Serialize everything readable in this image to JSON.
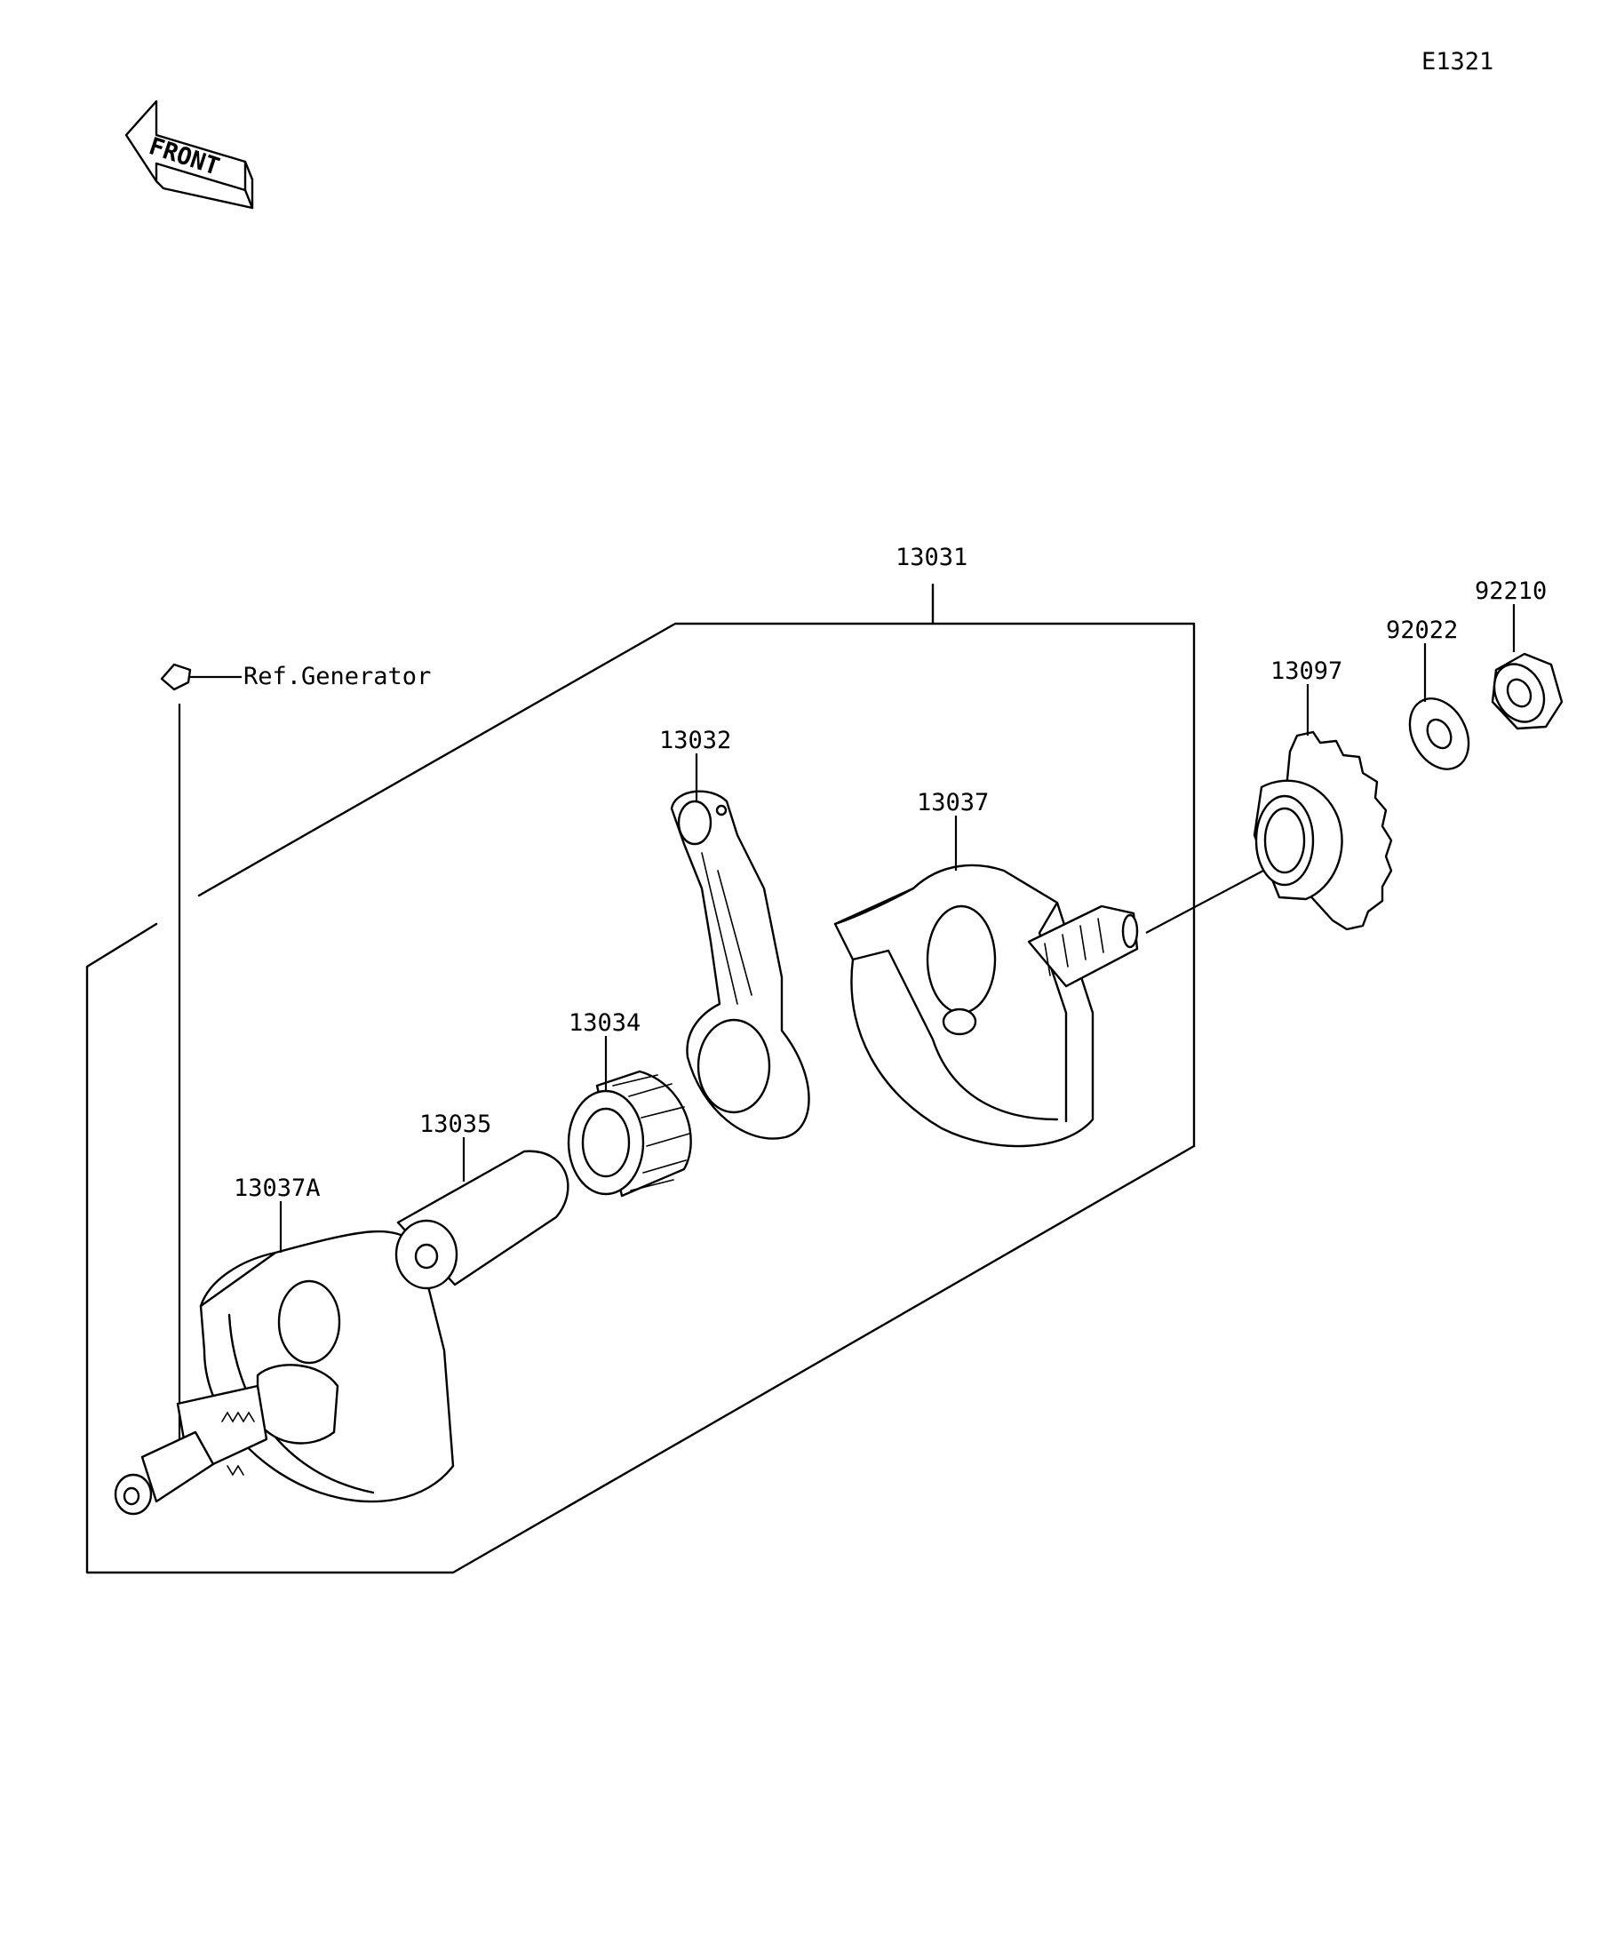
{
  "diagram_code": "E1321",
  "direction_label": "FRONT",
  "reference_note": "Ref.Generator",
  "parts": {
    "assembly": "13031",
    "connecting_rod": "13032",
    "bearing": "13034",
    "crank_pin": "13035",
    "crankshaft_right": "13037",
    "crankshaft_left": "13037A",
    "gear": "13097",
    "washer": "92022",
    "nut": "92210"
  },
  "icons": [
    "front-arrow-icon",
    "woodruff-key-icon"
  ]
}
